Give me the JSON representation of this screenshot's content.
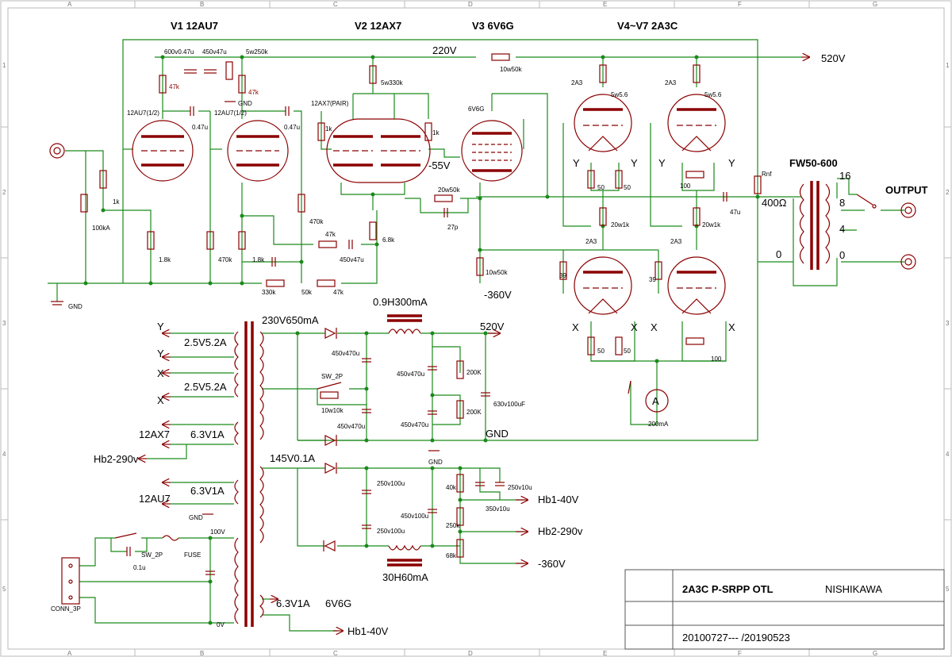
{
  "grid": {
    "columns": [
      "A",
      "B",
      "C",
      "D",
      "E",
      "F",
      "G"
    ],
    "rows": [
      "1",
      "2",
      "3",
      "4",
      "5"
    ]
  },
  "headers": {
    "v1": "V1 12AU7",
    "v2": "V2 12AX7",
    "v3": "V3 6V6G",
    "v4": "V4~V7 2A3C",
    "xfmr": "FW50-600",
    "output": "OUTPUT"
  },
  "rails": {
    "b220": "220V",
    "b520": "520V",
    "b520_out": "520V",
    "bias_neg55": "-55V",
    "neg360": "-360V",
    "gnd": "GND"
  },
  "front_end": {
    "c600": "600v0.47u",
    "c450_47": "450v47u",
    "r5w250": "5w250k",
    "r47k_a": "47k",
    "r47k_b": "47k",
    "v1a": "12AU7(1/2)",
    "v1b": "12AU7(1/2)",
    "c047a": "0.47u",
    "c047b": "0.47u",
    "r1k": "1k",
    "vr100k": "100kA",
    "r18k_a": "1.8k",
    "r18k_b": "1.8k",
    "r470k_a": "470k",
    "r470k_b": "470k",
    "r47k_nfb": "47k",
    "c450v47u": "450v47u",
    "r330k": "330k",
    "vr50k": "50k",
    "r47k_c": "47k",
    "gnd": "GND"
  },
  "phase_splitter": {
    "v2": "12AX7(PAIR)",
    "r5w330k": "5w330k",
    "r1k_a": "1k",
    "r1k_b": "1k",
    "r68k": "6.8k",
    "r20w50k": "20w50k",
    "c27p": "27p",
    "r10w50k": "10w50k",
    "r10w50k_b": "10w50k",
    "v3": "6V6G"
  },
  "output_stage": {
    "tube": "2A3",
    "r5w56a": "5w5.6",
    "r5w56b": "5w5.6",
    "r20w1k_a": "20w1k",
    "r20w1k_b": "20w1k",
    "r39a": "39",
    "r39b": "39",
    "r50": "50",
    "vr100": "100",
    "c47u": "47u",
    "rnf": "Rnf",
    "z400": "400Ω",
    "taps": [
      "16",
      "8",
      "4"
    ],
    "tap0a": "0",
    "tap0b": "0",
    "meter": "200mA"
  },
  "power": {
    "ht": "230V650mA",
    "choke1": "0.9H300mA",
    "fil1": "2.5V5.2A",
    "fil2": "2.5V5.2A",
    "fil3": "6.3V1A",
    "fil4": "6.3V1A",
    "fil5": "6.3V1A",
    "tag12ax7": "12AX7",
    "tag12au7": "12AU7",
    "tag6v6g": "6V6G",
    "hb2_290": "Hb2-290v",
    "hb1_40": "Hb1-40V",
    "ht_out": "520V",
    "y1": "Y",
    "y2": "Y",
    "x1": "X",
    "x2": "X",
    "c450_470": "450v470u",
    "r200k": "200K",
    "c630": "630v100uF",
    "sw2p": "SW_2P",
    "r10w10k": "10w10k",
    "bias_v": "145V0.1A",
    "c250_100": "250v100u",
    "c450_100": "450v100u",
    "r40k": "40k",
    "r250k": "250k",
    "r68k": "68k",
    "c250v10u": "250v10u",
    "c350v10u": "350v10u",
    "bias1": "Hb1-40V",
    "bias2": "Hb2-290v",
    "bias3": "-360V",
    "choke2": "30H60mA",
    "v100": "100V",
    "v0": "0V",
    "fuse": "FUSE",
    "c01u": "0.1u",
    "conn": "CONN_3P",
    "hb2_out": "Hb2-290v"
  },
  "title_block": {
    "title": "2A3C P-SRPP OTL",
    "author": "NISHIKAWA",
    "dates": "20100727--- /20190523"
  }
}
